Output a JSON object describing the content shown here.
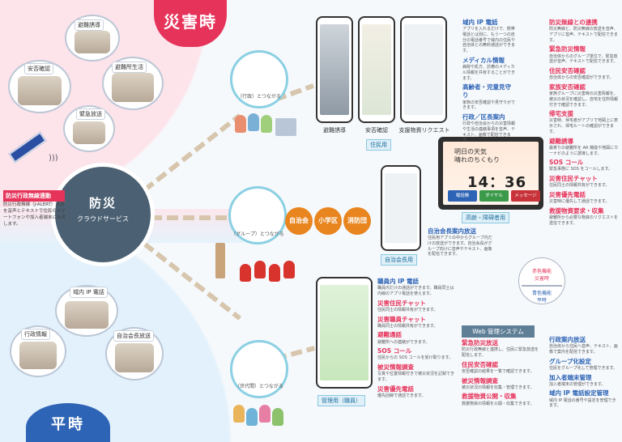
{
  "headers": {
    "disaster": "災害時",
    "normal": "平時"
  },
  "hub": {
    "title": "防災",
    "subtitle": "クラウドサービス"
  },
  "jalert": {
    "title": "防災行政無線連動",
    "desc": "防災行政無線（J-ALERT）放送を音声とテキストで住民のスマートフォンや加入者端末に伝達します。"
  },
  "disaster_bubbles": [
    "避難誘導",
    "安否確認",
    "避難所生活",
    "緊急放送"
  ],
  "normal_bubbles": [
    "域内 IP 電話",
    "行政情報",
    "自治会長放送"
  ],
  "rings": {
    "admin": "（行政）とつながる",
    "group": "（グループ）とつながる",
    "generation": "（世代間）とつながる"
  },
  "tags": [
    "自治会",
    "小学区",
    "消防団"
  ],
  "resident_phones": [
    "避難誘導",
    "安否確認",
    "支援物資リクエスト"
  ],
  "badges": {
    "resident": "住民用",
    "elderly": "高齢・障碍者用",
    "chairman": "自治会長用",
    "staff": "管理用（職員）"
  },
  "tablet": {
    "weather_line1": "明日の天気",
    "weather_line2": "晴れのちくもり",
    "clock": "14：36",
    "btn_call": "電話帳",
    "btn_dial": "ダイヤル",
    "btn_msg": "メッセージ"
  },
  "col_resident": [
    {
      "h": "域内 IP 電話",
      "d": "アプリを入れるだけで、携帯電話とは別に、もう一つの自分の電話番号で域内の住民や自治体との無料通話ができます。"
    },
    {
      "h": "メディカル情報",
      "d": "病院や処方、診療のメディカル情報を共有することができます。"
    },
    {
      "h": "高齢者・児童見守り",
      "d": "家族の安否確認や見守りができます。"
    },
    {
      "h": "行政／区長案内",
      "d": "行政や自治会からの災害情報や生活の連絡事項を音声、テキスト、画像で配信できます。"
    }
  ],
  "col_right_top": [
    {
      "h": "防災無線との連携",
      "d": "防災無線と、防災無線の放送を音声、アプリに音声、テキストで配信できます。"
    },
    {
      "h": "緊急防災情報",
      "d": "自治体からのグループ単位で、緊急放送が音声、テキストで配信できます。"
    },
    {
      "h": "住民安否確認",
      "d": "自治体からの安否確認ができます。"
    },
    {
      "h": "家族安否確認",
      "d": "家族グループに災害時の災害情報を、被災の状況を確認し、自宅を住所情報付きで確認できます。"
    },
    {
      "h": "帰宅支援",
      "d": "災害時、帰宅者がアプリで地図上に表示され、帰宅ルートの確認ができます。"
    },
    {
      "h": "避難誘導",
      "d": "最寄りの避難所を AR 機能や地図にカーナビのように誘導します。"
    },
    {
      "h": "SOS コール",
      "d": "緊急事態に SOS をコールします。"
    },
    {
      "h": "災害住民チャット",
      "d": "住民同士の情報共有ができます。"
    },
    {
      "h": "災害優先電話",
      "d": "災害時に優先して通話できます。"
    },
    {
      "h": "救援物資要求・収集",
      "d": "避難所から必要な物資のリクエストを送信できます。"
    }
  ],
  "col_chairman": [
    {
      "h": "自治会長案内放送",
      "d": "住民用アプリの中からグループ内だけの放送ができます。自治会長がグループ向けに音声やテキスト、画像を配信できます。"
    }
  ],
  "col_staff": [
    {
      "h": "職員内 IP 電話",
      "d": "職員内だけの通話ができます。職員同士は内線のアプリ電話を使えます。"
    },
    {
      "h": "災害住民チャット",
      "d": "住民同士の情報共有ができます。"
    },
    {
      "h": "災害職員チャット",
      "d": "職員同士の情報共有ができます。"
    },
    {
      "h": "避難通話",
      "d": "避難所への連絡ができます。"
    },
    {
      "h": "SOS コール",
      "d": "住民からの SOS コールを受け取ります。"
    },
    {
      "h": "被災情報調査",
      "d": "写真や位置情報付きで被災状況を記録できます。"
    },
    {
      "h": "災害優先電話",
      "d": "優先回線で通話できます。"
    }
  ],
  "web_system": {
    "title": "Web 管理システム",
    "items": [
      {
        "h": "緊急防災放送",
        "d": "防災行政無線と連携し、住民に緊急放送を配信します。"
      },
      {
        "h": "住民安否確認",
        "d": "安否確認の結果を一覧で確認できます。"
      },
      {
        "h": "被災情報調査",
        "d": "被災状況の情報を収集・管理できます。"
      },
      {
        "h": "救援物資公開・収集",
        "d": "救援物資の情報を公開・収集できます。"
      }
    ]
  },
  "col_normal": [
    {
      "h": "行政案内放送",
      "d": "自治体から住民へ音声、テキスト、画像で案内を配信できます。"
    },
    {
      "h": "グループ化設定",
      "d": "住民をグループ化して管理できます。"
    },
    {
      "h": "加入者端末管理",
      "d": "加入者端末の管理ができます。"
    },
    {
      "h": "域内 IP 電話設定管理",
      "d": "域内 IP 電話の番号や設定を管理できます。"
    }
  ],
  "legend": {
    "red": "赤色機能",
    "red_sub": "災害時",
    "blue": "青色機能",
    "blue_sub": "平時"
  },
  "colors": {
    "disaster": "#e6335a",
    "normal": "#2e64b5",
    "hub": "#4b6173",
    "accent": "#e8851f"
  }
}
